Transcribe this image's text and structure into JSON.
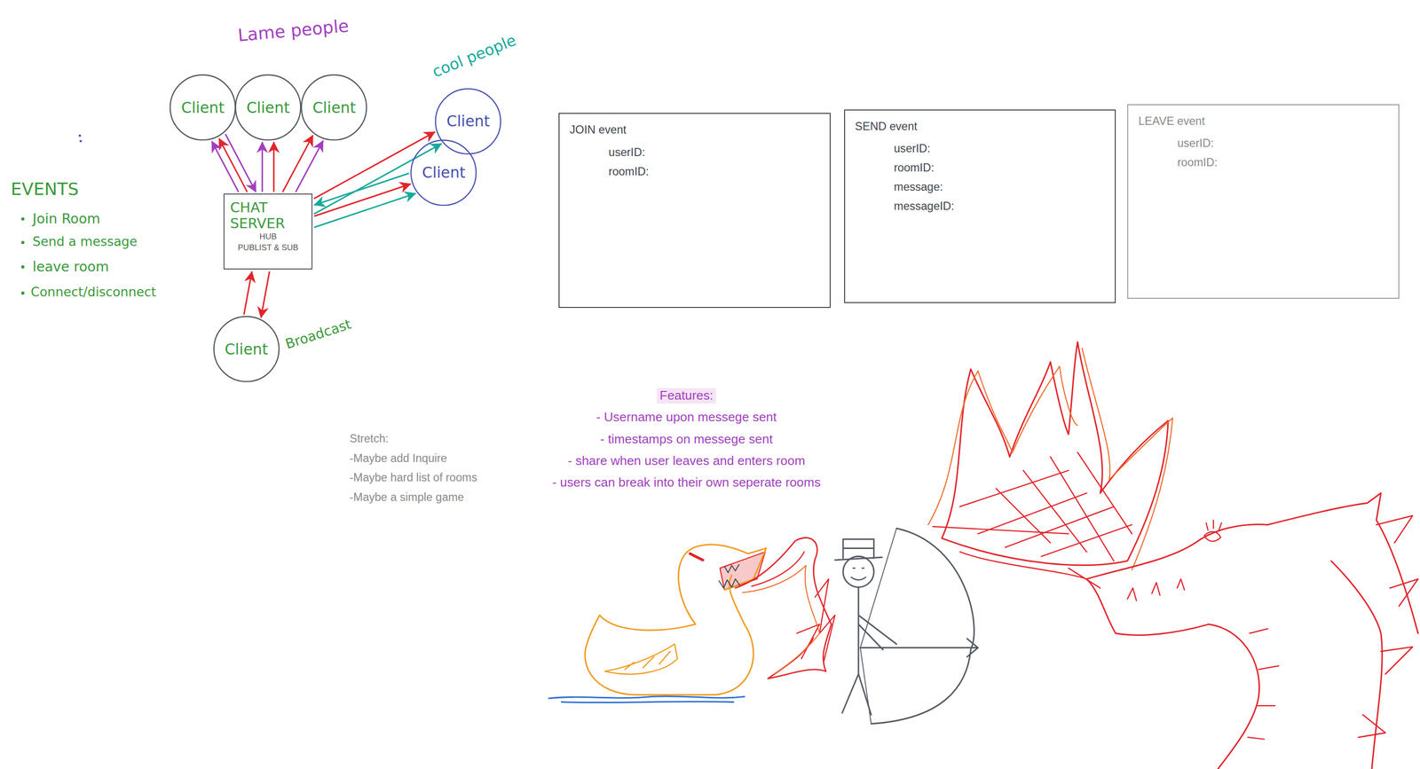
{
  "diagram": {
    "nodes": [
      {
        "text": [
          "Client"
        ]
      },
      {
        "text": [
          "Client"
        ]
      },
      {
        "text": [
          "Client"
        ]
      },
      {
        "text": [
          "Client"
        ]
      },
      {
        "text": [
          "Client"
        ]
      },
      {
        "text": [
          "CHAT SERVER",
          "HUB",
          "PUBLIST & SUB"
        ]
      },
      {
        "text": [
          "Client"
        ]
      },
      {
        "text": [
          "JOIN event",
          "userID:",
          "roomID:"
        ]
      },
      {
        "text": [
          "SEND event",
          "userID:",
          "roomID:",
          "message:",
          "messageID:"
        ]
      },
      {
        "text": [
          "LEAVE event",
          "userID:",
          "roomID:"
        ]
      }
    ],
    "edges": [
      {
        "from": 0,
        "to": 5,
        "arrow": "to"
      },
      {
        "from": 5,
        "to": 0,
        "arrow": "to"
      },
      {
        "from": 5,
        "to": 0,
        "arrow": "to"
      },
      {
        "from": 5,
        "to": 1,
        "arrow": "to"
      },
      {
        "from": 5,
        "to": 1,
        "arrow": "to"
      },
      {
        "from": 5,
        "to": 2,
        "arrow": "to"
      },
      {
        "from": 5,
        "to": 2,
        "arrow": "to"
      },
      {
        "from": 5,
        "to": 3,
        "arrow": "to"
      },
      {
        "from": 5,
        "to": 3,
        "arrow": "to"
      },
      {
        "from": 5,
        "to": 4,
        "arrow": "to"
      },
      {
        "from": 5,
        "to": 4,
        "arrow": "to"
      },
      {
        "from": 4,
        "to": 5,
        "arrow": "to"
      },
      {
        "from": 5,
        "to": 6,
        "arrow": "to"
      },
      {
        "from": 6,
        "to": 5,
        "arrow": "to"
      }
    ],
    "labels": [
      "Lame people",
      "cool people",
      "Broadcast",
      "EVENTS",
      "Join Room",
      "Send a message",
      "leave room",
      "Connect/disconnect",
      "Stretch:",
      "-Maybe add Inquire",
      "-Maybe hard list of rooms",
      "-Maybe a simple game",
      "Features:",
      "- Username upon messege sent",
      "- timestamps on messege sent",
      "- share when user leaves and enters room",
      "- users can break into their own seperate rooms"
    ]
  }
}
